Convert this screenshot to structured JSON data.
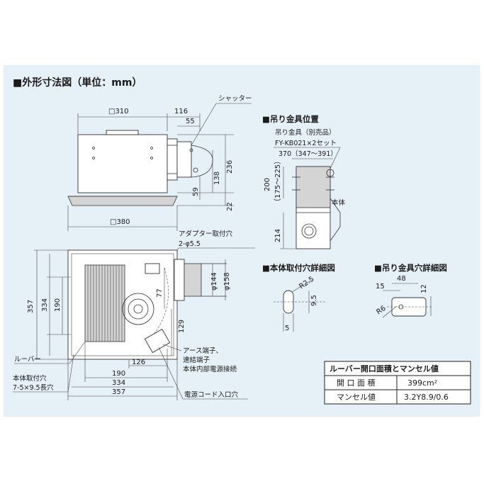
{
  "title": "■外形寸法図（単位：mm）",
  "front_view": {
    "d_310": "□310",
    "d_116": "116",
    "d_55": "55",
    "d_236": "236",
    "d_138": "138",
    "d_59": "59",
    "d_22": "22",
    "d_380": "□380",
    "shutter": "シャッター"
  },
  "plan_view": {
    "adapter": "アダプター取付穴",
    "adapter_holes": "2-φ5.5",
    "d_357_v": "357",
    "d_334_v": "334",
    "d_190_v": "190",
    "d_77": "77",
    "d_144": "φ144",
    "d_158": "φ158",
    "d_129": "129",
    "d_126": "126",
    "d_190_h": "190",
    "d_334_h": "334",
    "d_357_h": "357",
    "louver": "ルーバー",
    "body_hole": "本体取付穴",
    "body_hole_size": "7-5×9.5長穴",
    "earth_1": "アース端子、",
    "earth_2": "速結端子",
    "earth_3": "本体内部電源接続",
    "cord_hole": "電源コード入口穴"
  },
  "hanger_position": {
    "heading": "■吊り金具位置",
    "part": "吊り金具（別売品）",
    "model": "FY-KB021×2セット",
    "d_370": "370（347～391）",
    "d_200": "200",
    "d_200_range": "（175～225）",
    "d_214": "214",
    "main": "本体"
  },
  "body_hole_detail": {
    "heading": "■本体取付穴詳細図",
    "r": "R2.5",
    "d_95": "9.5",
    "d_5": "5"
  },
  "hanger_hole_detail": {
    "heading": "■吊り金具穴詳細図",
    "d_48": "48",
    "d_15": "15",
    "d_12": "12",
    "r6": "R6"
  },
  "table": {
    "title": "ルーバー開口面積とマンセル値",
    "rows": [
      {
        "label": "開 口 面 積",
        "value": "399cm²"
      },
      {
        "label": "マンセル値",
        "value": "3.2Y8.9/0.6"
      }
    ]
  }
}
